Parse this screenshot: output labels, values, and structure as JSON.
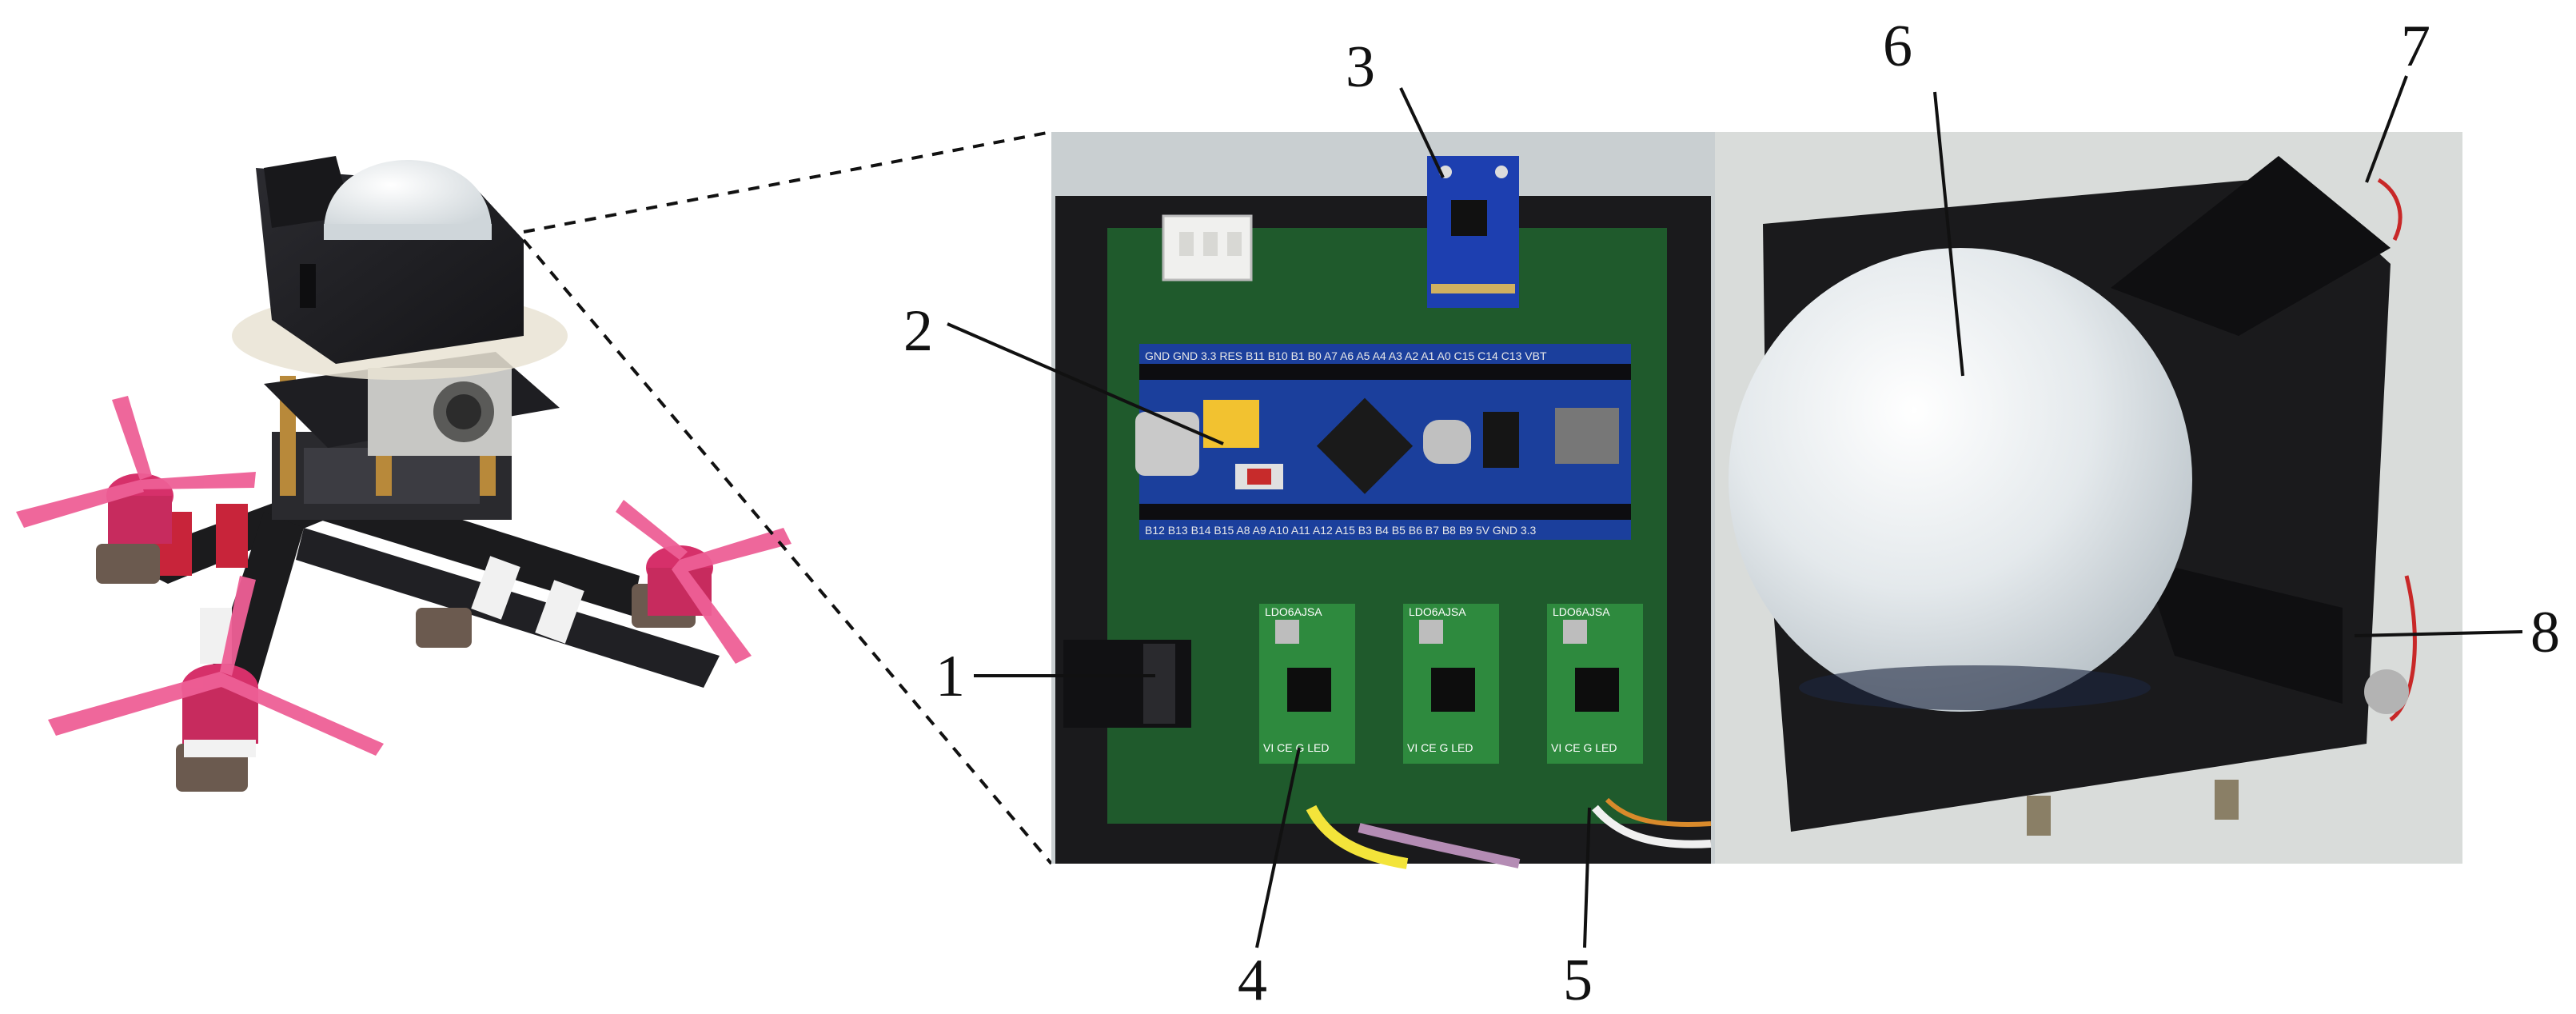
{
  "figure": {
    "callouts": [
      {
        "id": "1",
        "label": "1"
      },
      {
        "id": "2",
        "label": "2"
      },
      {
        "id": "3",
        "label": "3"
      },
      {
        "id": "4",
        "label": "4"
      },
      {
        "id": "5",
        "label": "5"
      },
      {
        "id": "6",
        "label": "6"
      },
      {
        "id": "7",
        "label": "7"
      },
      {
        "id": "8",
        "label": "8"
      }
    ],
    "board_pin_labels_top": "GND GND 3.3 RES B11 B10 B1 B0 A7 A6 A5 A4 A3 A2 A1 A0 C15 C14 C13 VBT",
    "board_pin_labels_bottom": "B12 B13 B14 B15 A8 A9 A10 A11 A12 A15 B3 B4 B5 B6 B7 B8 B9 5V GND 3.3",
    "driver_module_label": "LDO6AJSA",
    "driver_pins": "VI CE G LED",
    "colors": {
      "pcb_green": "#1f5a2c",
      "mcu_blue": "#1b3f9c",
      "frame_black": "#1a1a1c",
      "drone_pink": "#ec5c93",
      "dome_white": "#e6ebee"
    }
  }
}
